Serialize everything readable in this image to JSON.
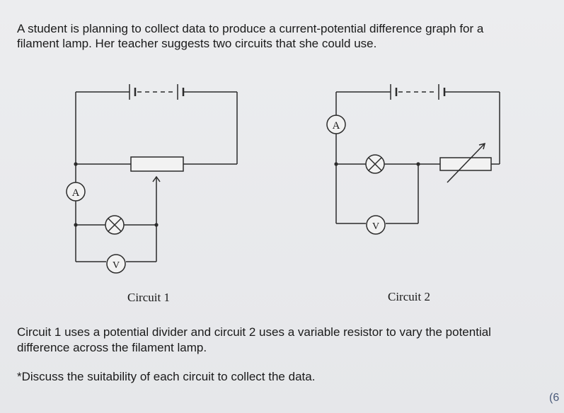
{
  "intro": {
    "line1": "A student is planning to collect data to produce a current-potential difference graph for a",
    "line2": "filament lamp. Her teacher suggests two circuits that she could use."
  },
  "circuit1": {
    "label": "Circuit 1",
    "ammeter": "A",
    "voltmeter": "V"
  },
  "circuit2": {
    "label": "Circuit 2",
    "ammeter": "A",
    "voltmeter": "V"
  },
  "paragraph": {
    "line1": "Circuit 1 uses a potential divider and circuit 2 uses a variable resistor to vary the potential",
    "line2": "difference across the filament lamp."
  },
  "question": "*Discuss the suitability of each circuit to collect the data.",
  "marks": "(6"
}
